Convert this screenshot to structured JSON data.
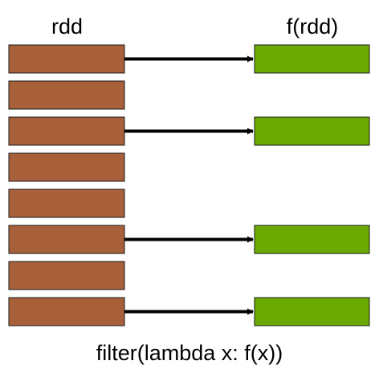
{
  "source_label": "rdd",
  "result_label": "f(rdd)",
  "caption": "filter(lambda x: f(x))",
  "colors": {
    "source_block": "#a8603b",
    "result_block": "#6aaa00",
    "block_stroke": "#1a1a1a",
    "arrow": "#000000"
  },
  "rows": [
    {
      "passes": true
    },
    {
      "passes": false
    },
    {
      "passes": true
    },
    {
      "passes": false
    },
    {
      "passes": false
    },
    {
      "passes": true
    },
    {
      "passes": false
    },
    {
      "passes": true
    }
  ]
}
